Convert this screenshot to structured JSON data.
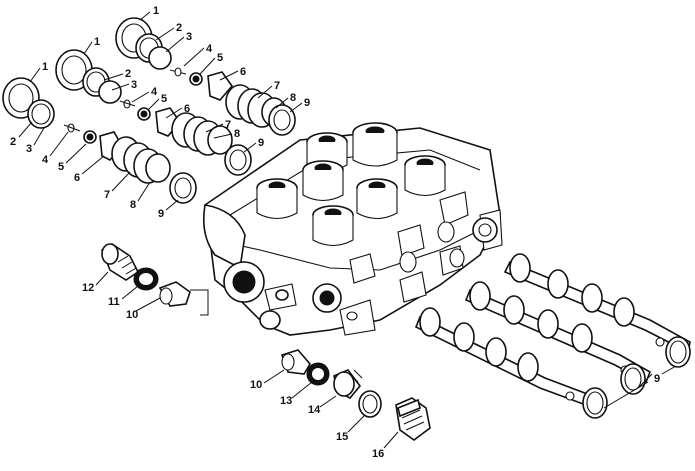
{
  "figure": {
    "callouts": {
      "c1a": "1",
      "c1b": "1",
      "c1c": "1",
      "c2a": "2",
      "c2b": "2",
      "c2c": "2",
      "c3a": "3",
      "c3b": "3",
      "c3c": "3",
      "c4a": "4",
      "c4b": "4",
      "c4c": "4",
      "c5a": "5",
      "c5b": "5",
      "c5c": "5",
      "c6a": "6",
      "c6b": "6",
      "c6c": "6",
      "c7a": "7",
      "c7b": "7",
      "c7c": "7",
      "c8a": "8",
      "c8b": "8",
      "c8c": "8",
      "c9a": "9",
      "c9b": "9",
      "c9c": "9",
      "c9d": "9",
      "c10a": "10",
      "c10b": "10",
      "c11": "11",
      "c12": "12",
      "c13": "13",
      "c14": "14",
      "c15": "15",
      "c16": "16"
    }
  }
}
